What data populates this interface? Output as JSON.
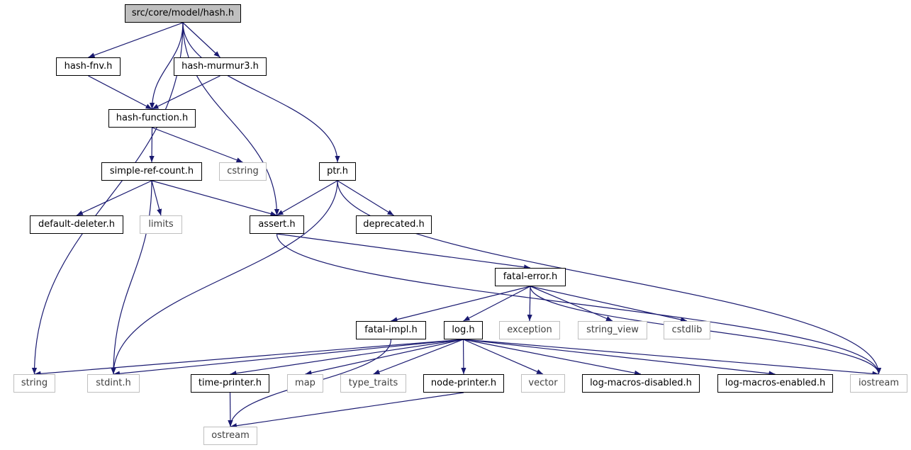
{
  "colors": {
    "edge": "#191970",
    "local_border": "#000000",
    "system_border": "#bfbfbf",
    "root_fill": "#bfbfbf"
  },
  "nodes": [
    {
      "id": "hash_h",
      "label": "src/core/model/hash.h",
      "kind": "root"
    },
    {
      "id": "hash_fnv",
      "label": "hash-fnv.h",
      "kind": "local"
    },
    {
      "id": "hash_murmur3",
      "label": "hash-murmur3.h",
      "kind": "local"
    },
    {
      "id": "hash_function",
      "label": "hash-function.h",
      "kind": "local"
    },
    {
      "id": "cstring",
      "label": "cstring",
      "kind": "system"
    },
    {
      "id": "simple_ref_count",
      "label": "simple-ref-count.h",
      "kind": "local"
    },
    {
      "id": "ptr",
      "label": "ptr.h",
      "kind": "local"
    },
    {
      "id": "default_deleter",
      "label": "default-deleter.h",
      "kind": "local"
    },
    {
      "id": "limits",
      "label": "limits",
      "kind": "system"
    },
    {
      "id": "assert",
      "label": "assert.h",
      "kind": "local"
    },
    {
      "id": "deprecated",
      "label": "deprecated.h",
      "kind": "local"
    },
    {
      "id": "fatal_error",
      "label": "fatal-error.h",
      "kind": "local"
    },
    {
      "id": "fatal_impl",
      "label": "fatal-impl.h",
      "kind": "local"
    },
    {
      "id": "log",
      "label": "log.h",
      "kind": "local"
    },
    {
      "id": "exception",
      "label": "exception",
      "kind": "system"
    },
    {
      "id": "string_view",
      "label": "string_view",
      "kind": "system"
    },
    {
      "id": "cstdlib",
      "label": "cstdlib",
      "kind": "system"
    },
    {
      "id": "string",
      "label": "string",
      "kind": "system"
    },
    {
      "id": "stdint",
      "label": "stdint.h",
      "kind": "system"
    },
    {
      "id": "time_printer",
      "label": "time-printer.h",
      "kind": "local"
    },
    {
      "id": "map",
      "label": "map",
      "kind": "system"
    },
    {
      "id": "type_traits",
      "label": "type_traits",
      "kind": "system"
    },
    {
      "id": "node_printer",
      "label": "node-printer.h",
      "kind": "local"
    },
    {
      "id": "vector",
      "label": "vector",
      "kind": "system"
    },
    {
      "id": "log_macros_disabled",
      "label": "log-macros-disabled.h",
      "kind": "local"
    },
    {
      "id": "log_macros_enabled",
      "label": "log-macros-enabled.h",
      "kind": "local"
    },
    {
      "id": "iostream",
      "label": "iostream",
      "kind": "system"
    },
    {
      "id": "ostream",
      "label": "ostream",
      "kind": "system"
    }
  ],
  "edges": [
    [
      "hash_h",
      "hash_fnv"
    ],
    [
      "hash_h",
      "hash_murmur3"
    ],
    [
      "hash_h",
      "hash_function"
    ],
    [
      "hash_h",
      "string"
    ],
    [
      "hash_h",
      "assert"
    ],
    [
      "hash_h",
      "ptr"
    ],
    [
      "hash_fnv",
      "hash_function"
    ],
    [
      "hash_murmur3",
      "hash_function"
    ],
    [
      "hash_function",
      "simple_ref_count"
    ],
    [
      "hash_function",
      "cstring"
    ],
    [
      "simple_ref_count",
      "default_deleter"
    ],
    [
      "simple_ref_count",
      "limits"
    ],
    [
      "simple_ref_count",
      "assert"
    ],
    [
      "simple_ref_count",
      "stdint"
    ],
    [
      "ptr",
      "assert"
    ],
    [
      "ptr",
      "deprecated"
    ],
    [
      "ptr",
      "stdint"
    ],
    [
      "ptr",
      "iostream"
    ],
    [
      "assert",
      "fatal_error"
    ],
    [
      "assert",
      "iostream"
    ],
    [
      "fatal_error",
      "fatal_impl"
    ],
    [
      "fatal_error",
      "log"
    ],
    [
      "fatal_error",
      "exception"
    ],
    [
      "fatal_error",
      "string_view"
    ],
    [
      "fatal_error",
      "cstdlib"
    ],
    [
      "fatal_error",
      "iostream"
    ],
    [
      "fatal_impl",
      "ostream"
    ],
    [
      "log",
      "string"
    ],
    [
      "log",
      "stdint"
    ],
    [
      "log",
      "time_printer"
    ],
    [
      "log",
      "map"
    ],
    [
      "log",
      "type_traits"
    ],
    [
      "log",
      "node_printer"
    ],
    [
      "log",
      "vector"
    ],
    [
      "log",
      "log_macros_disabled"
    ],
    [
      "log",
      "log_macros_enabled"
    ],
    [
      "log",
      "iostream"
    ],
    [
      "time_printer",
      "ostream"
    ],
    [
      "node_printer",
      "ostream"
    ]
  ]
}
